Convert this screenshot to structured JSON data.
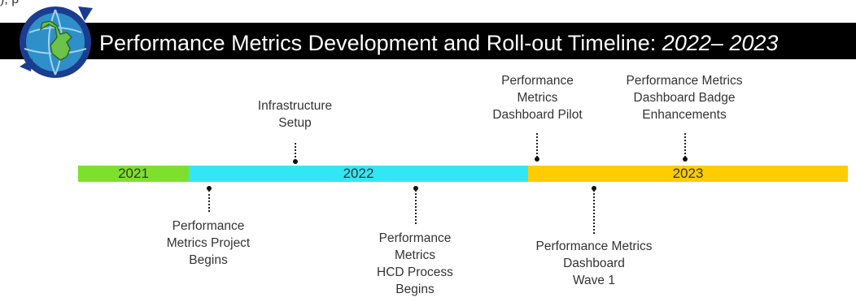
{
  "top_fragment": "), p",
  "header": {
    "title_main": "Performance Metrics Development and Roll-out Timeline:",
    "title_years": "2022– 2023",
    "logo_icon": "michigan-globe-refresh-icon"
  },
  "timeline": {
    "years": [
      "2021",
      "2022",
      "2023"
    ],
    "colors": {
      "y2021": "#7ee02c",
      "y2022": "#33e6f4",
      "y2023": "#ffcc00"
    }
  },
  "milestones": {
    "infrastructure": "Infrastructure\nSetup",
    "dashboard_pilot": "Performance\nMetrics\nDashboard Pilot",
    "badge_enhancements": "Performance Metrics\nDashboard Badge\nEnhancements",
    "project_begins": "Performance\nMetrics Project\nBegins",
    "hcd_process": "Performance\nMetrics\nHCD Process\nBegins",
    "dashboard_wave1": "Performance Metrics\nDashboard\nWave 1"
  }
}
